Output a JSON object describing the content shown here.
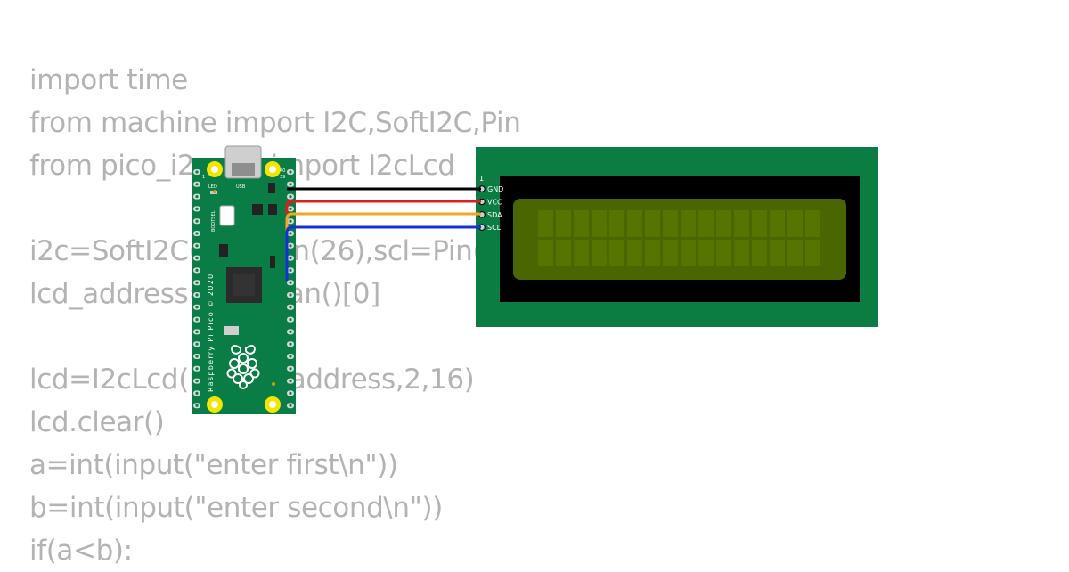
{
  "code": {
    "lines": [
      "import time",
      "from machine import I2C,SoftI2C,Pin",
      "from pico_i2c_lcd import I2cLcd",
      "",
      "i2c=SoftI2C(sda=Pin(26),scl=Pin(27),freq=400000)",
      "lcd_address=i2c.scan()[0]",
      "",
      "lcd=I2cLcd(i2c,lcd_address,2,16)",
      "lcd.clear()",
      "a=int(input(\"enter first\\n\"))",
      "b=int(input(\"enter second\\n\"))",
      "if(a<b):"
    ]
  },
  "pico": {
    "led_label": "LED",
    "usb_label": "USB",
    "bootsel_label": "BOOTSEL",
    "pin_label_1": "1",
    "pin_label_2": "2",
    "pin_label_39": "39",
    "pin_label_40": "40",
    "board_text": "Raspberry Pi Pico © 2020"
  },
  "lcd": {
    "pin_index": "1",
    "pins": [
      "GND",
      "VCC",
      "SDA",
      "SCL"
    ],
    "rows": 2,
    "cols": 16
  },
  "colors": {
    "code_text": "#b3b3b3",
    "pcb_green": "#0a7d46",
    "lcd_pcb": "#0b7d42",
    "lcd_screen": "#4a6600",
    "wire_gnd": "#000000",
    "wire_vcc": "#e21c1c",
    "wire_sda": "#f5a623",
    "wire_scl": "#1430d6"
  }
}
